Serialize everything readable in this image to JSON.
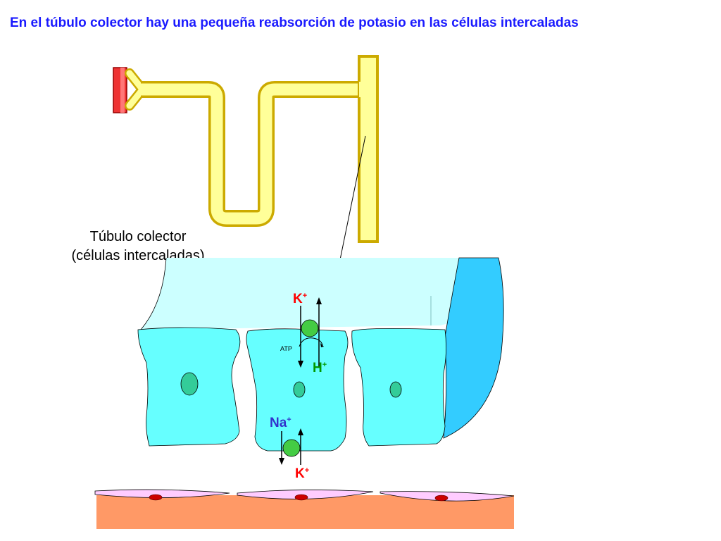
{
  "slide": {
    "title": "En el túbulo colector hay una pequeña reabsorción de potasio en las células intercaladas"
  },
  "labels": {
    "tubule_line1": "Túbulo colector",
    "tubule_line2": "(células intercaladas)",
    "atp": "ATP"
  },
  "ions": {
    "k_top": {
      "symbol": "K",
      "charge": "+"
    },
    "h": {
      "symbol": "H",
      "charge": "+"
    },
    "na": {
      "symbol": "Na",
      "charge": "+"
    },
    "k_bottom": {
      "symbol": "K",
      "charge": "+"
    }
  },
  "colors": {
    "title": "#1a1aff",
    "tubule_fill": "#ffff99",
    "tubule_outline": "#ccaa00",
    "glomerulus": "#ee3333",
    "lumen": "#ccffff",
    "cell": "#66ffff",
    "tubule_wall": "#33ccff",
    "nucleus": "#33cc99",
    "pump": "#44cc44",
    "ion_k": "#ff0000",
    "ion_h": "#009900",
    "ion_na": "#3333cc",
    "capillary_cell": "#ffccff",
    "capillary_nucleus": "#cc0000",
    "interstitium": "#ff9966"
  }
}
